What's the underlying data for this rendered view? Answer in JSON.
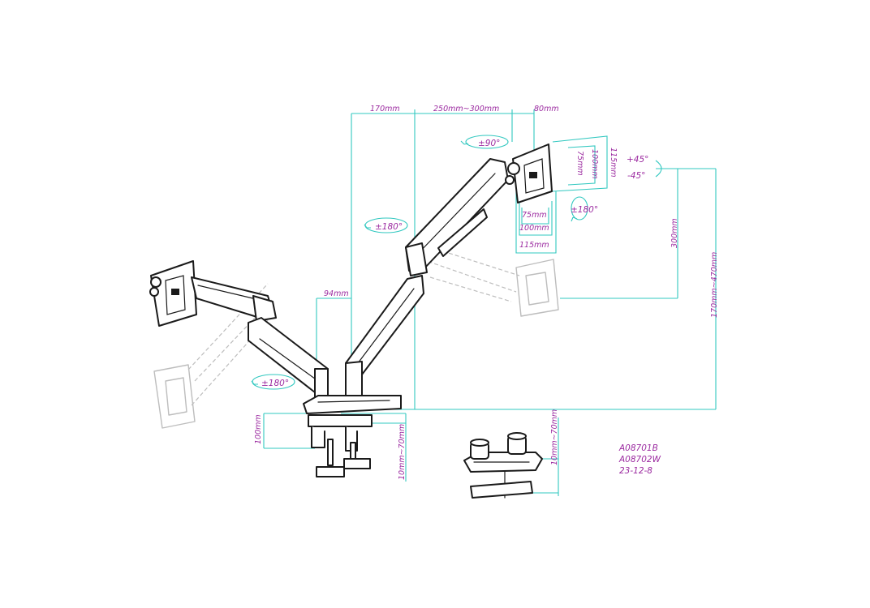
{
  "dimensions": {
    "d_170": "170mm",
    "d_250_300": "250mm~300mm",
    "d_80": "80mm",
    "d_94": "94mm",
    "d_300": "300mm",
    "d_170_470": "170mm~470mm",
    "d_100_clamp": "100mm",
    "d_10_70_clamp": "10mm~70mm",
    "d_10_70_grommet": "10mm~70mm"
  },
  "vesa": {
    "h_75": "75mm",
    "h_100": "100mm",
    "h_115": "115mm",
    "v_75": "75mm",
    "v_100": "100mm",
    "v_115": "115mm"
  },
  "rotations": {
    "swivel_90": "±90°",
    "rotate_180_panel": "±180°",
    "rotate_180_upper_arm": "±180°",
    "rotate_180_lower_arm": "±180°",
    "tilt_up": "+45°",
    "tilt_down": "-45°"
  },
  "model_info": {
    "model_1": "A08701B",
    "model_2": "A08702W",
    "date": "23-12-8"
  },
  "colors": {
    "dimension_line": "#32c8c0",
    "label_text": "#9b2aa0",
    "line_art": "#1a1a1a",
    "ghost_position": "#bdbdbd"
  }
}
